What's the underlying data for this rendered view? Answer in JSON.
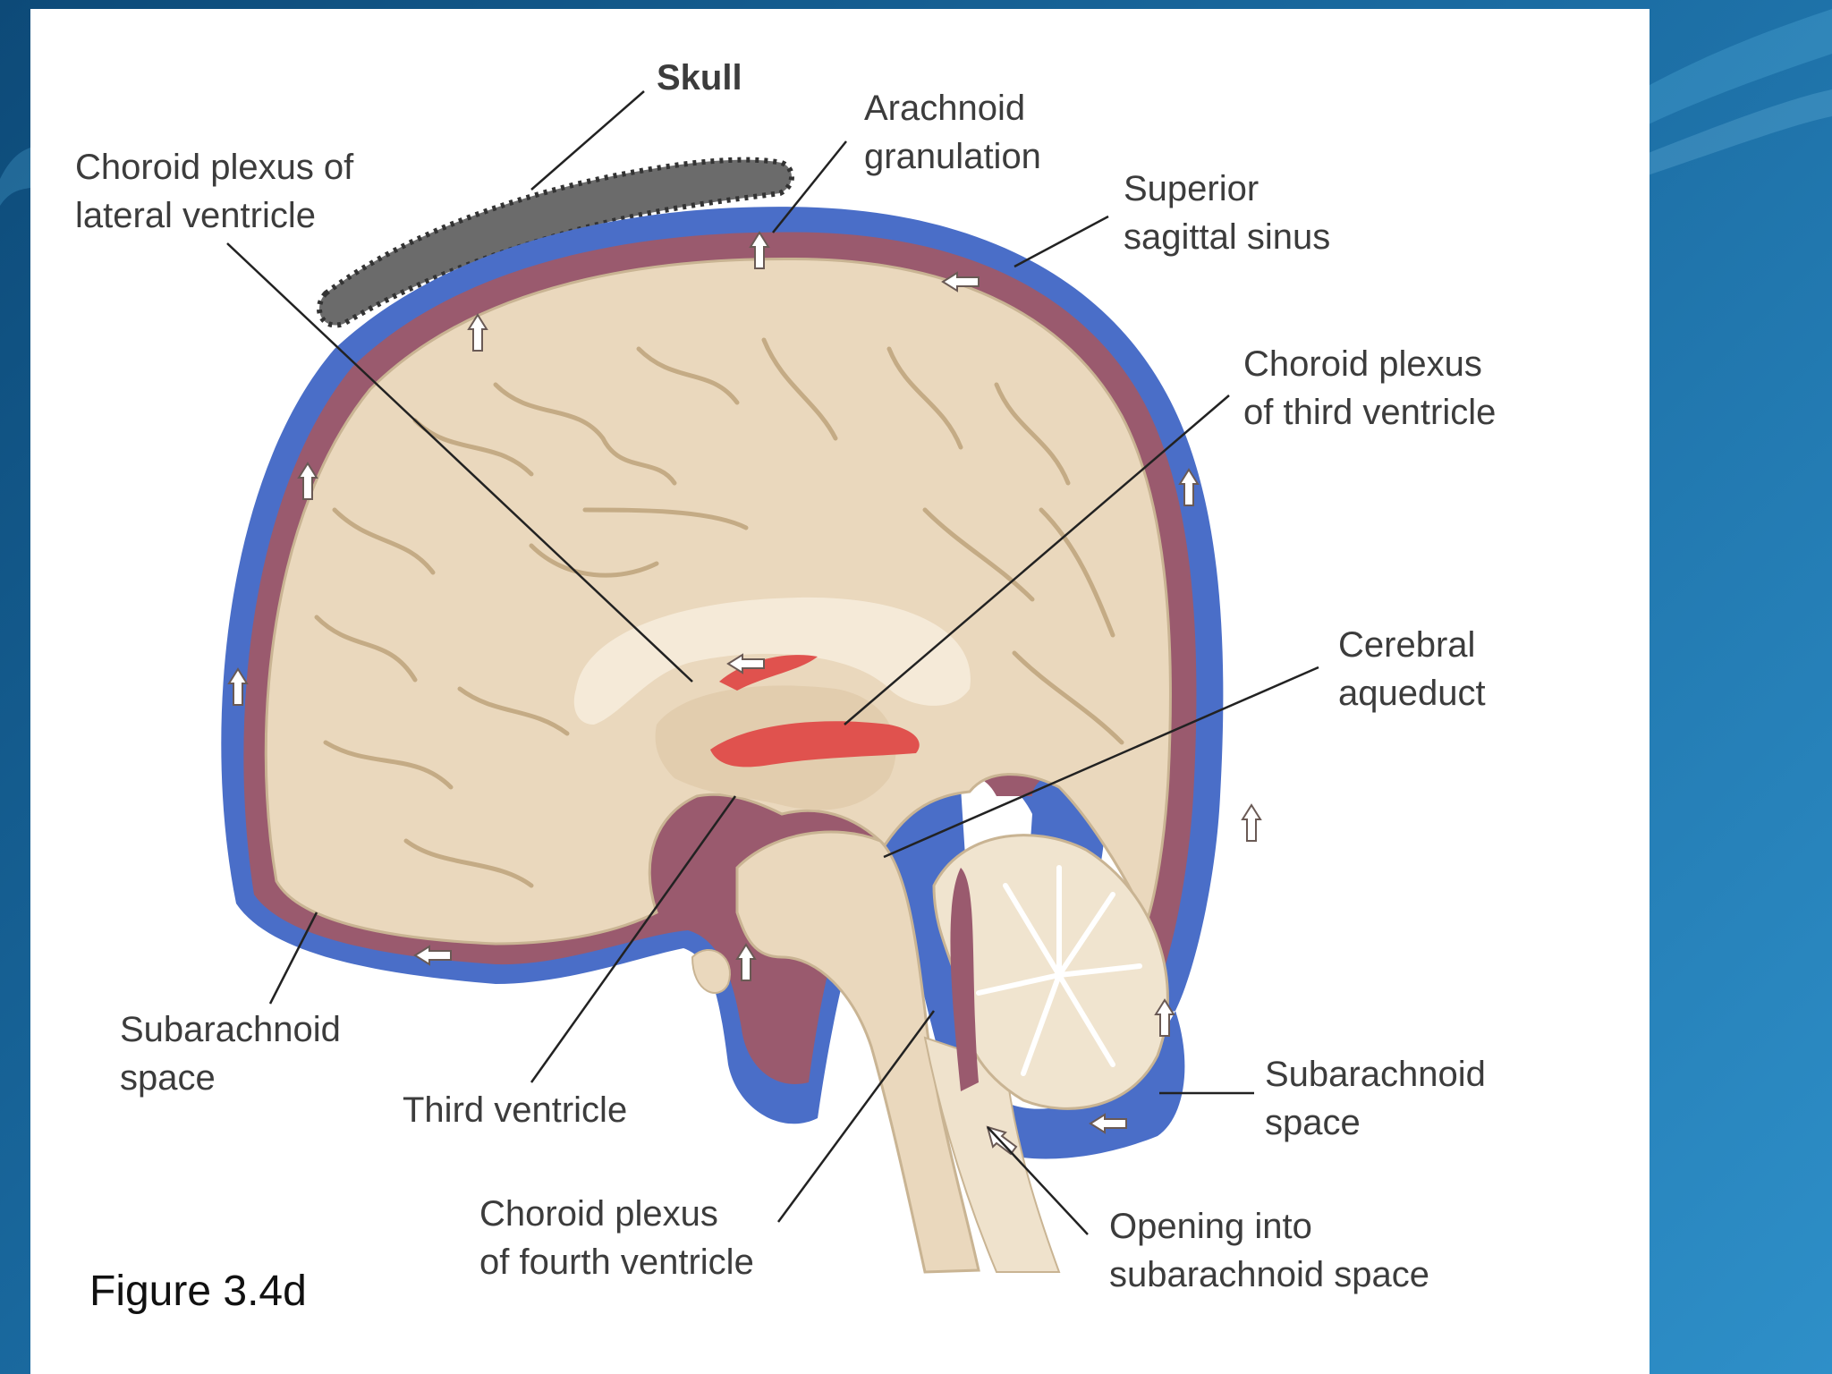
{
  "figure": {
    "caption": "Figure 3.4d",
    "labels": {
      "skull": "Skull",
      "arachnoid_granulation": "Arachnoid\ngranulation",
      "choroid_plexus_lateral": "Choroid plexus of\nlateral ventricle",
      "superior_sagittal_sinus": "Superior\nsagittal sinus",
      "choroid_plexus_third": "Choroid plexus\nof third ventricle",
      "cerebral_aqueduct": "Cerebral\naqueduct",
      "subarachnoid_space_left": "Subarachnoid\nspace",
      "third_ventricle": "Third ventricle",
      "subarachnoid_space_right": "Subarachnoid\nspace",
      "choroid_plexus_fourth": "Choroid plexus\nof fourth ventricle",
      "opening_subarachnoid": "Opening into\nsubarachnoid space"
    }
  },
  "colors": {
    "sinus_blue": "#4a6ec8",
    "subarachnoid_mauve": "#9a5a6e",
    "choroid_red": "#e0524e",
    "brain_tan": "#ead8bd",
    "brain_light": "#f5ead8",
    "slide_blue": "#1a6aa0"
  }
}
